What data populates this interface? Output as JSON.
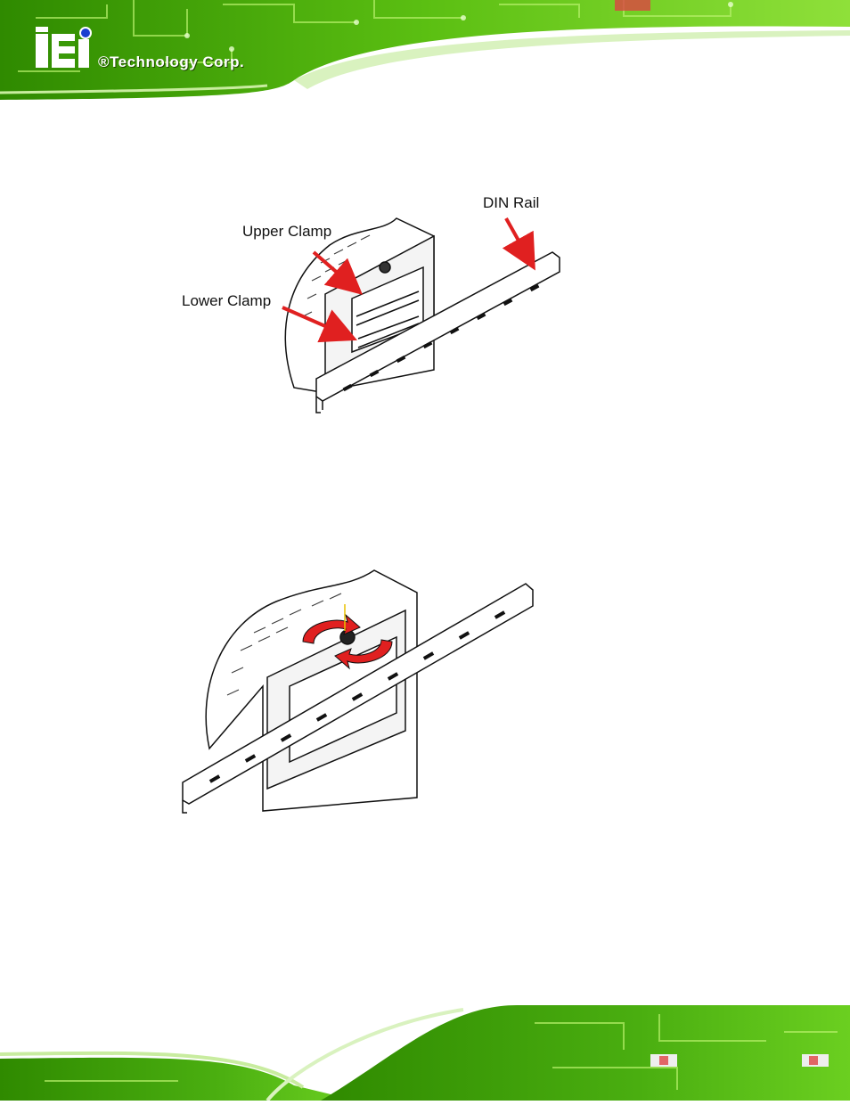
{
  "header": {
    "brand_text": "®Technology Corp."
  },
  "figure1": {
    "labels": {
      "din_rail": "DIN Rail",
      "upper_clamp": "Upper Clamp",
      "lower_clamp": "Lower Clamp"
    }
  },
  "colors": {
    "accent_green": "#6fd21c",
    "arrow_red": "#e02020"
  }
}
